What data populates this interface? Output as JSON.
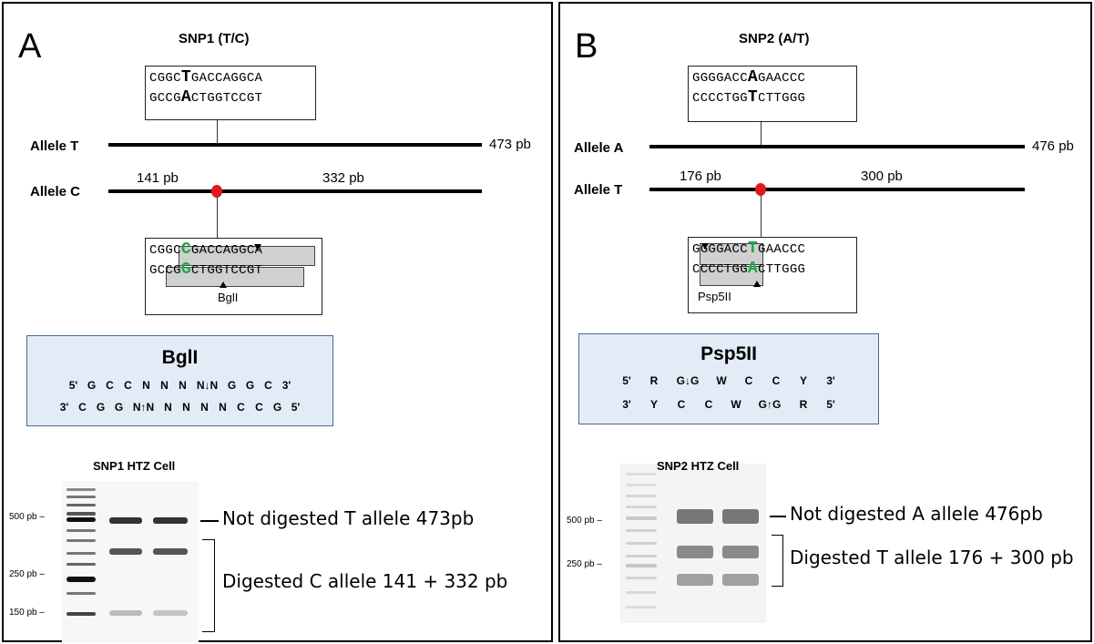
{
  "panel_a": {
    "letter": "A",
    "title": "SNP1 (T/C)",
    "top_seq": {
      "line1": [
        "CGGC",
        "T",
        "GACCAGGCA"
      ],
      "line2": [
        "GCCG",
        "A",
        "CTGGTCCGT"
      ]
    },
    "allele1_label": "Allele T",
    "allele1_size": "473 pb",
    "allele2_label": "Allele C",
    "frag1": "141 pb",
    "frag2": "332 pb",
    "cut_seq": {
      "line1": [
        "CGGC",
        "C",
        "GACCAGGCA"
      ],
      "line2": [
        "GCCG",
        "G",
        "CTGGTCCGT"
      ]
    },
    "enzyme_label": "BglI",
    "enzyme_box": {
      "name": "BglI",
      "row1": [
        "5'",
        "G",
        "C",
        "C",
        "N",
        "N",
        "N",
        "N↓N",
        "G",
        "G",
        "C",
        "3'"
      ],
      "row2": [
        "3'",
        "C",
        "G",
        "G",
        "N↑N",
        "N",
        "N",
        "N",
        "N",
        "C",
        "C",
        "G",
        "5'"
      ]
    },
    "gel_title": "SNP1 HTZ Cell",
    "markers": [
      "500 pb",
      "250 pb",
      "150 pb"
    ],
    "anno_top": "Not digested T allele 473pb",
    "anno_bottom": "Digested C allele 141 + 332 pb"
  },
  "panel_b": {
    "letter": "B",
    "title": "SNP2 (A/T)",
    "top_seq": {
      "line1": [
        "GGGGACC",
        "A",
        "GAACCC"
      ],
      "line2": [
        "CCCCTGG",
        "T",
        "CTTGGG"
      ]
    },
    "allele1_label": "Allele A",
    "allele1_size": "476 pb",
    "allele2_label": "Allele T",
    "frag1": "176 pb",
    "frag2": "300 pb",
    "cut_seq": {
      "line1": [
        "GGGGACC",
        "T",
        "GAACCC"
      ],
      "line2": [
        "CCCCTGG",
        "A",
        "CTTGGG"
      ]
    },
    "enzyme_label": "Psp5II",
    "enzyme_box": {
      "name": "Psp5II",
      "row1": [
        "5'",
        "R",
        "G↓G",
        "W",
        "C",
        "C",
        "Y",
        "3'"
      ],
      "row2": [
        "3'",
        "Y",
        "C",
        "C",
        "W",
        "G↑G",
        "R",
        "5'"
      ]
    },
    "gel_title": "SNP2 HTZ Cell",
    "markers": [
      "500 pb",
      "250 pb"
    ],
    "anno_top": "Not digested A allele 476pb",
    "anno_bottom": "Digested T allele 176 + 300 pb"
  },
  "colors": {
    "highlight_green": "#1fa64b",
    "snp_dot": "#e31818",
    "enzyme_box_bg": "#e3ecf6"
  }
}
